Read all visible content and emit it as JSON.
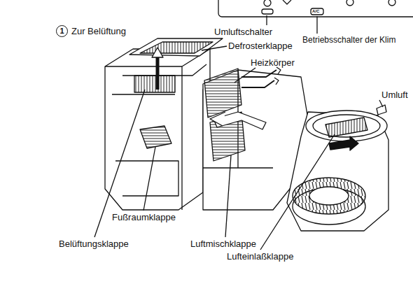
{
  "diagram": {
    "labels": [
      "1",
      "Zur Belüftung",
      "Umluftschalter",
      "Defrosterklappe",
      "Betriebsschalter der Klim",
      "Heizkörper",
      "Umluft",
      "Fußraumklappe",
      "Belüftungsklappe",
      "Luftmischklappe",
      "Lufteinlaßklappe",
      "A/C"
    ]
  }
}
